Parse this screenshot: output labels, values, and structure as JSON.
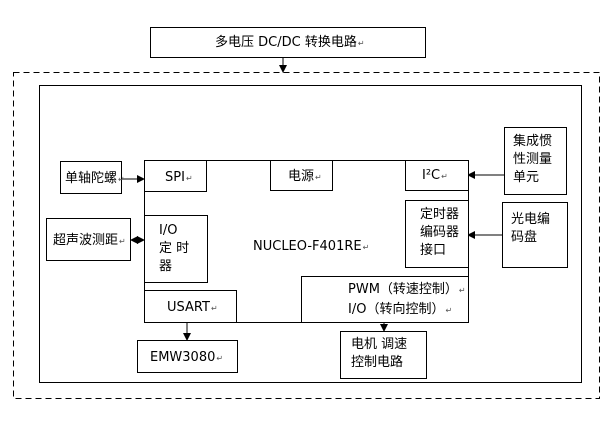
{
  "top_block": {
    "label": "多电压 DC/DC 转换电路"
  },
  "mcu": {
    "label": "NUCLEO-F401RE"
  },
  "mcu_ports": {
    "spi": "SPI",
    "power": "电源",
    "i2c": "I²C",
    "io": [
      "I/O",
      "定 时",
      "器"
    ],
    "timer_encoder": [
      "定时器",
      "编码器",
      "接口"
    ],
    "usart": "USART",
    "pwm": "PWM（转速控制）",
    "io_dir": "I/O（转向控制）"
  },
  "peripherals": {
    "gyro": "单轴陀螺",
    "ultrasonic": "超声波测距",
    "imu": [
      "集成惯",
      "性测量",
      "单元"
    ],
    "encoder_disk": [
      "光电编",
      "码盘"
    ],
    "wifi": "EMW3080",
    "motor_driver": [
      "电机 调速",
      "控制电路"
    ]
  },
  "return_mark": "↵"
}
